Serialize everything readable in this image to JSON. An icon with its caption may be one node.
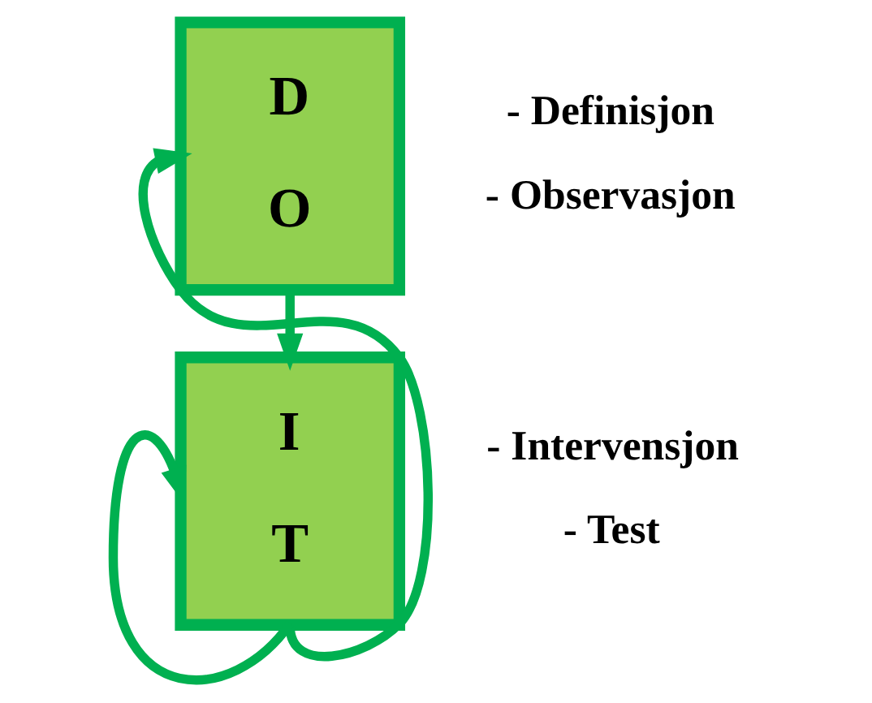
{
  "diagram": {
    "nodes": [
      {
        "text": [
          "D",
          "O"
        ],
        "beside": [
          "- Definisjon",
          "- Observasjon"
        ]
      },
      {
        "text": [
          "I",
          "T"
        ],
        "beside": [
          "- Intervensjon",
          "- Test"
        ]
      }
    ],
    "edges": [
      {
        "from": 0,
        "to": 1,
        "arrow": "to"
      },
      {
        "from": 1,
        "to": 0,
        "arrow": "to"
      },
      {
        "from": 1,
        "to": 1,
        "arrow": "to"
      }
    ]
  }
}
